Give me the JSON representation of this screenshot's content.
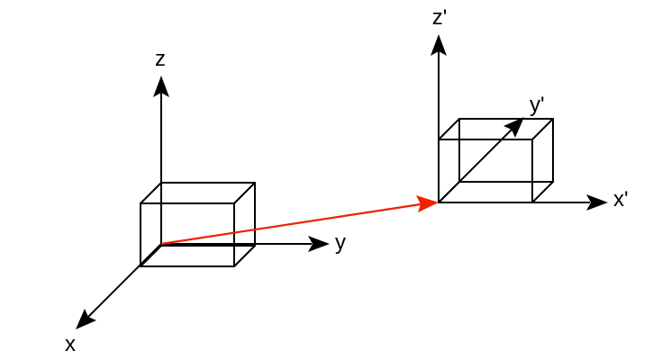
{
  "frames": {
    "original": {
      "axis_labels": {
        "x": "x",
        "y": "y",
        "z": "z"
      }
    },
    "transformed": {
      "axis_labels": {
        "x": "x'",
        "y": "y'",
        "z": "z'"
      }
    }
  },
  "colors": {
    "axes": "#000000",
    "translation_vector": "#ee2200"
  }
}
